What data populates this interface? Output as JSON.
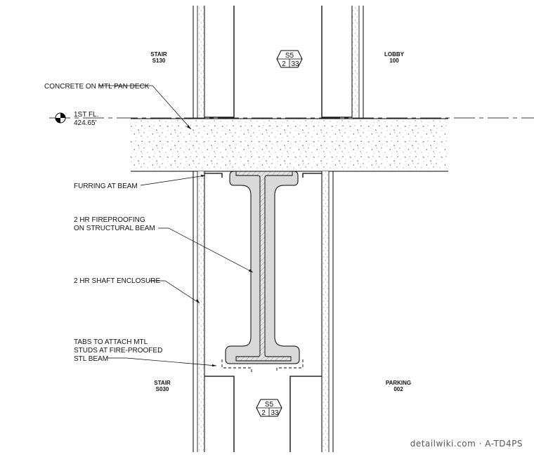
{
  "rooms": {
    "stair_upper": {
      "name": "STAIR",
      "number": "S130"
    },
    "lobby": {
      "name": "LOBBY",
      "number": "100"
    },
    "stair_lower": {
      "name": "STAIR",
      "number": "S030"
    },
    "parking": {
      "name": "PARKING",
      "number": "002"
    }
  },
  "section_tags": [
    {
      "sheet": "S5",
      "left": "2",
      "right": "33"
    },
    {
      "sheet": "S5",
      "left": "2",
      "right": "33"
    }
  ],
  "level": {
    "name": "1ST FL.",
    "elevation": "424.65'"
  },
  "callouts": {
    "deck": "CONCRETE ON MTL PAN DECK",
    "furring": "FURRING AT BEAM",
    "fireproof_1": "2 HR FIREPROOFING",
    "fireproof_2": "ON STRUCTURAL BEAM",
    "shaft": "2 HR SHAFT ENCLOSURE",
    "tabs_1": "TABS TO ATTACH MTL",
    "tabs_2": "STUDS AT FIRE-PROOFED",
    "tabs_3": "STL BEAM"
  },
  "watermark": "detailwiki.com · A-TD4PS"
}
